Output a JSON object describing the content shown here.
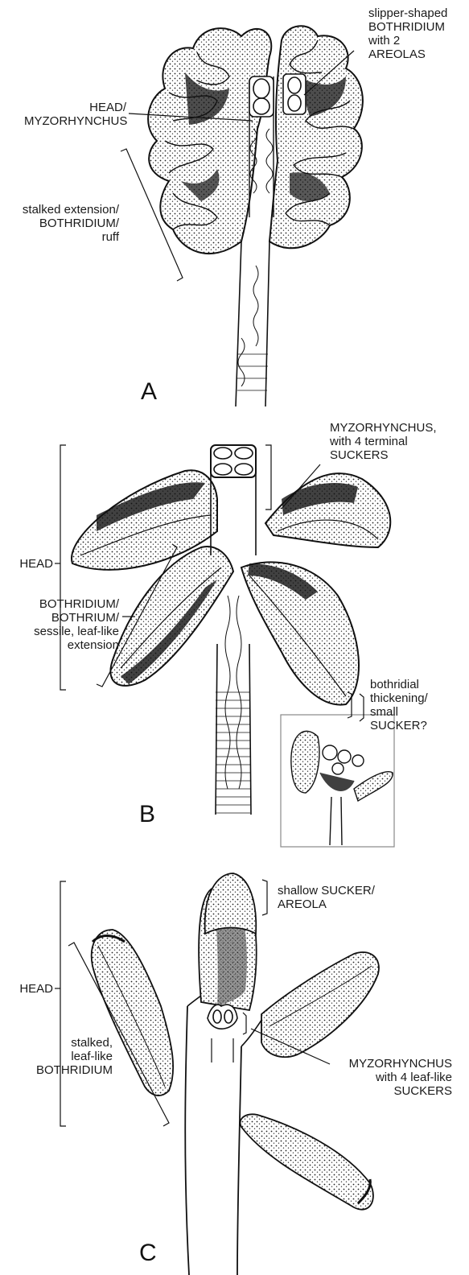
{
  "panels": [
    {
      "letter": "A",
      "labels": {
        "bothridium_areolas": [
          "slipper-shaped",
          "BOTHRIDIUM",
          "with 2",
          "AREOLAS"
        ],
        "head_myzorhynchus": [
          "HEAD/",
          "MYZORHYNCHUS"
        ],
        "stalked_extension": [
          "stalked extension/",
          "BOTHRIDIUM/",
          "ruff"
        ]
      }
    },
    {
      "letter": "B",
      "labels": {
        "myzorhynchus_suckers": [
          "MYZORHYNCHUS,",
          "with 4 terminal",
          "SUCKERS"
        ],
        "head": [
          "HEAD"
        ],
        "bothridium": [
          "BOTHRIDIUM/",
          "BOTHRIUM/",
          "sessile, leaf-like",
          "extension"
        ],
        "bothridial_thickening": [
          "bothridial",
          "thickening/",
          "small",
          "SUCKER?"
        ]
      }
    },
    {
      "letter": "C",
      "labels": {
        "shallow_sucker": [
          "shallow SUCKER/",
          "AREOLA"
        ],
        "head": [
          "HEAD"
        ],
        "stalked_bothridium": [
          "stalked,",
          "leaf-like",
          "BOTHRIDIUM"
        ],
        "myzorhynchus_leaf": [
          "MYZORHYNCHUS",
          "with 4 leaf-like",
          "SUCKERS"
        ]
      }
    }
  ],
  "colors": {
    "ink": "#1a1a1a",
    "paper": "#ffffff"
  }
}
